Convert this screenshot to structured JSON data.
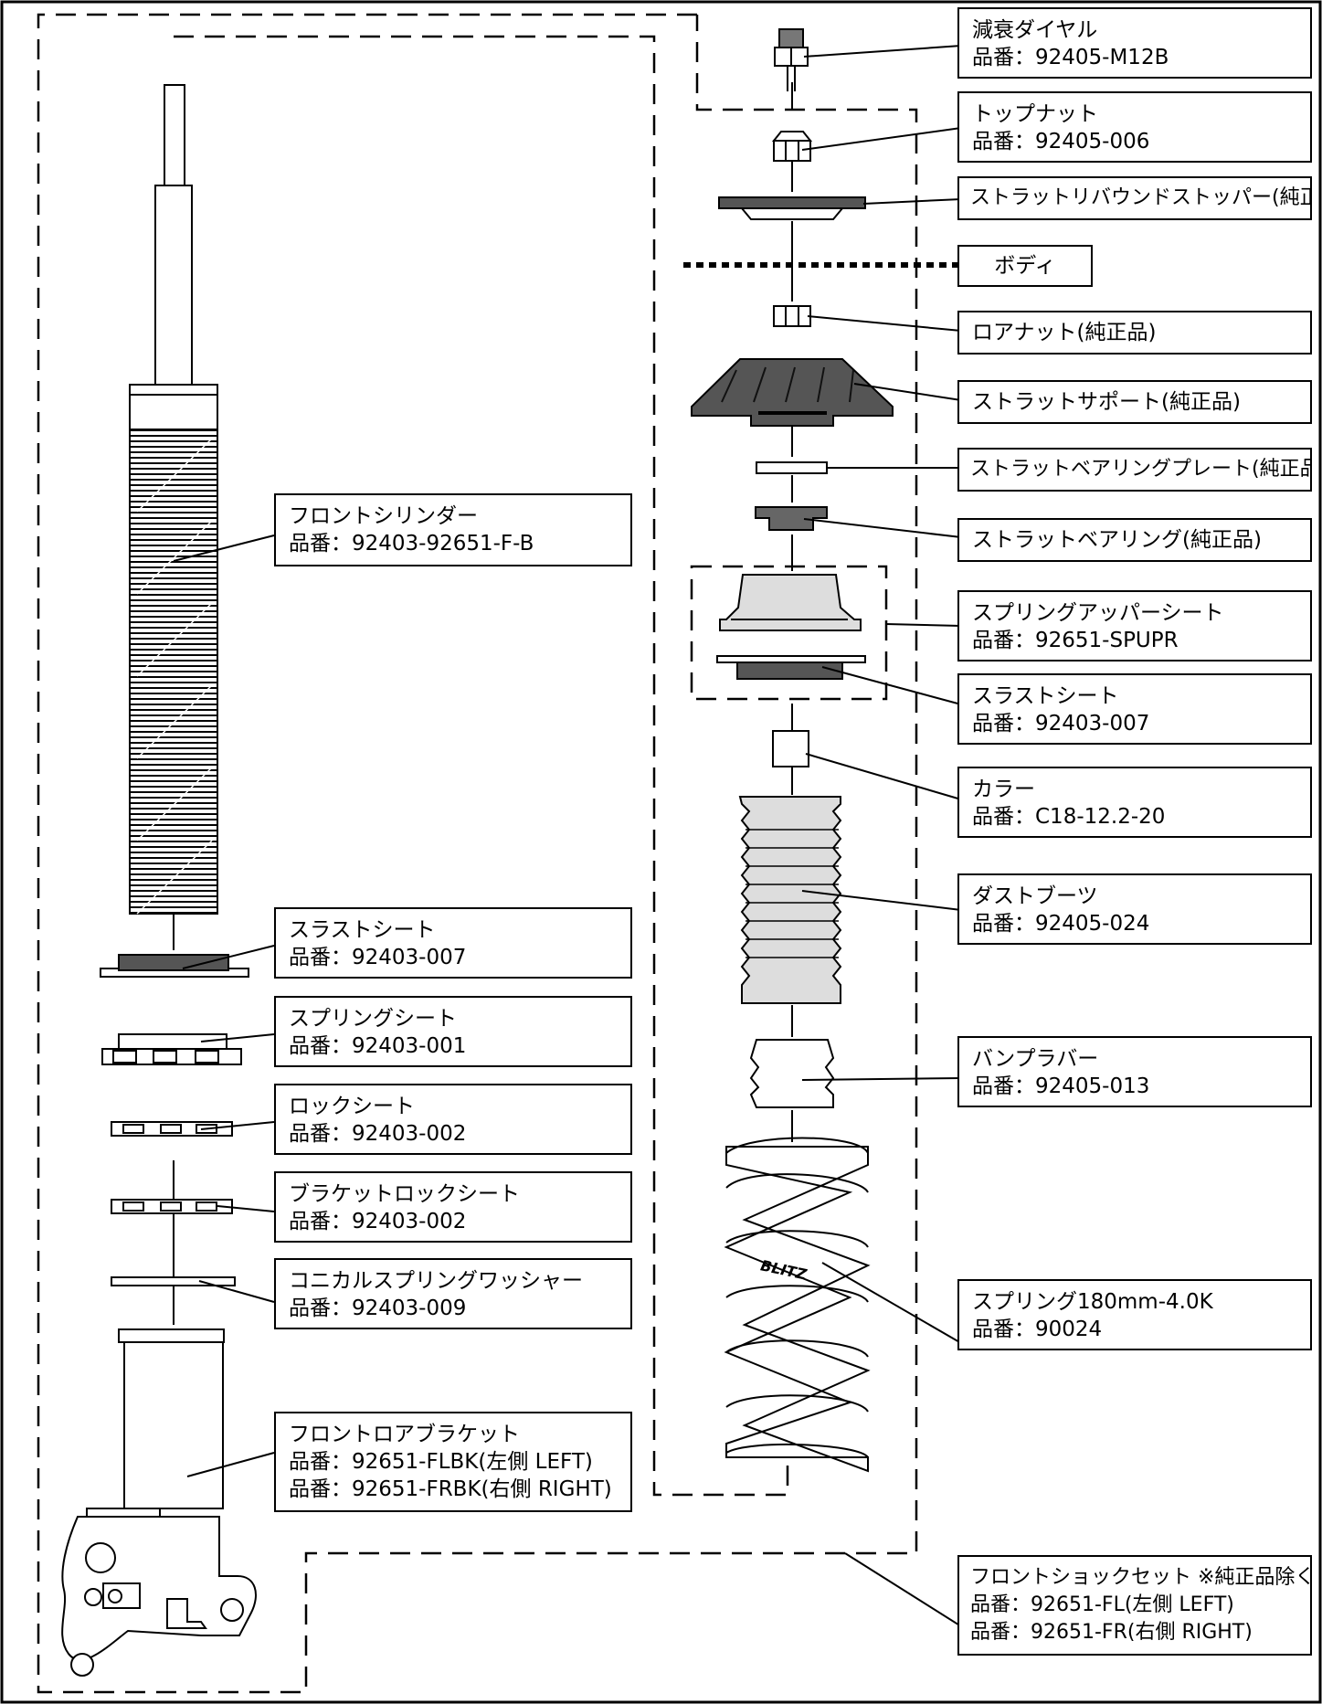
{
  "diagram": {
    "brand_mark": "BLITZ",
    "parts": {
      "damping_dial": {
        "name": "減衰ダイヤル",
        "part_no": "品番：92405-M12B"
      },
      "top_nut": {
        "name": "トップナット",
        "part_no": "品番：92405-006"
      },
      "strut_rebound_stopper": {
        "name": "ストラットリバウンドストッパー(純正品)"
      },
      "body": {
        "name": "ボディ"
      },
      "lower_nut": {
        "name": "ロアナット(純正品)"
      },
      "strut_support": {
        "name": "ストラットサポート(純正品)"
      },
      "strut_bearing_plate": {
        "name": "ストラットベアリングプレート(純正品)"
      },
      "strut_bearing": {
        "name": "ストラットベアリング(純正品)"
      },
      "spring_upper_seat": {
        "name": "スプリングアッパーシート",
        "part_no": "品番：92651-SPUPR"
      },
      "thrust_seat_right": {
        "name": "スラストシート",
        "part_no": "品番：92403-007"
      },
      "collar": {
        "name": "カラー",
        "part_no": "品番：C18-12.2-20"
      },
      "dust_boot": {
        "name": "ダストブーツ",
        "part_no": "品番：92405-024"
      },
      "bump_rubber": {
        "name": "バンプラバー",
        "part_no": "品番：92405-013"
      },
      "spring": {
        "name": "スプリング180mm-4.0K",
        "part_no": "品番：90024"
      },
      "shock_set": {
        "name": "フロントショックセット ※純正品除く",
        "part_no_left": "品番：92651-FL(左側 LEFT)",
        "part_no_right": "品番：92651-FR(右側 RIGHT)"
      },
      "front_cylinder": {
        "name": "フロントシリンダー",
        "part_no": "品番：92403-92651-F-B"
      },
      "thrust_seat_left": {
        "name": "スラストシート",
        "part_no": "品番：92403-007"
      },
      "spring_seat": {
        "name": "スプリングシート",
        "part_no": "品番：92403-001"
      },
      "lock_seat": {
        "name": "ロックシート",
        "part_no": "品番：92403-002"
      },
      "bracket_lock_seat": {
        "name": "ブラケットロックシート",
        "part_no": "品番：92403-002"
      },
      "conical_washer": {
        "name": "コニカルスプリングワッシャー",
        "part_no": "品番：92403-009"
      },
      "front_lower_bracket": {
        "name": "フロントロアブラケット",
        "part_no_left": "品番：92651-FLBK(左側 LEFT)",
        "part_no_right": "品番：92651-FRBK(右側 RIGHT)"
      }
    }
  }
}
